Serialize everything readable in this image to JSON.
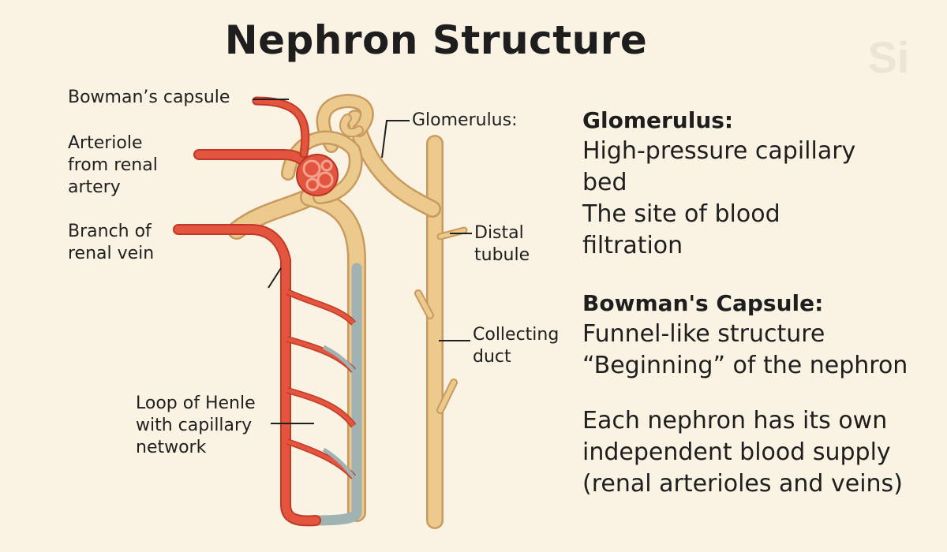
{
  "title": "Nephron Structure",
  "logo_text": "Si",
  "colors": {
    "background": "#faf3e3",
    "artery": "#e4553f",
    "vein": "#9fb3b3",
    "tubule": "#ecc98d",
    "tubule_edge": "#c99a5e"
  },
  "labels": {
    "bowmans_capsule": "Bowman’s capsule",
    "arteriole": "Arteriole\nfrom renal\nartery",
    "branch_vein": "Branch of\nrenal vein",
    "glomerulus": "Glomerulus:",
    "distal_tubule": "Distal\ntubule",
    "collecting_duct": "Collecting\nduct",
    "loop_of_henle": "Loop of Henle\nwith capillary\nnetwork"
  },
  "info": {
    "glomerulus": {
      "heading": "Glomerulus:",
      "lines": [
        "High-pressure capillary",
        "bed",
        "The site of blood",
        "filtration"
      ]
    },
    "bowman": {
      "heading": "Bowman's Capsule:",
      "lines": [
        "Funnel-like structure",
        "“Beginning” of the nephron"
      ]
    },
    "note": {
      "lines": [
        "Each nephron has its own",
        "independent blood supply",
        "(renal arterioles and veins)"
      ]
    }
  }
}
